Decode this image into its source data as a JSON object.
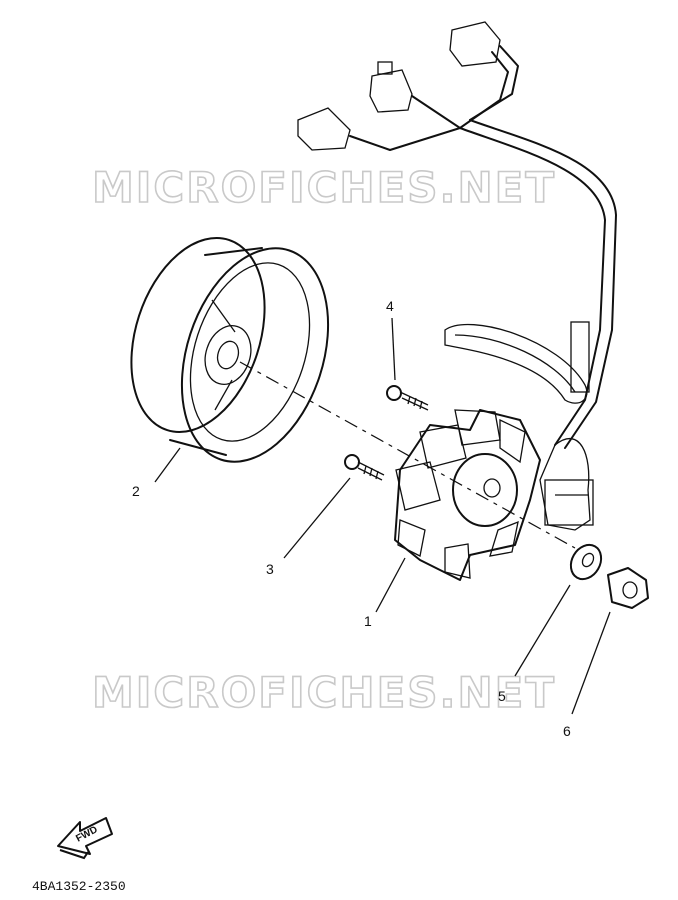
{
  "watermark": "MICROFICHES.NET",
  "callouts": [
    "1",
    "2",
    "3",
    "4",
    "5",
    "6"
  ],
  "fwd_label": "FWD",
  "part_code": "4BA1352-2350"
}
